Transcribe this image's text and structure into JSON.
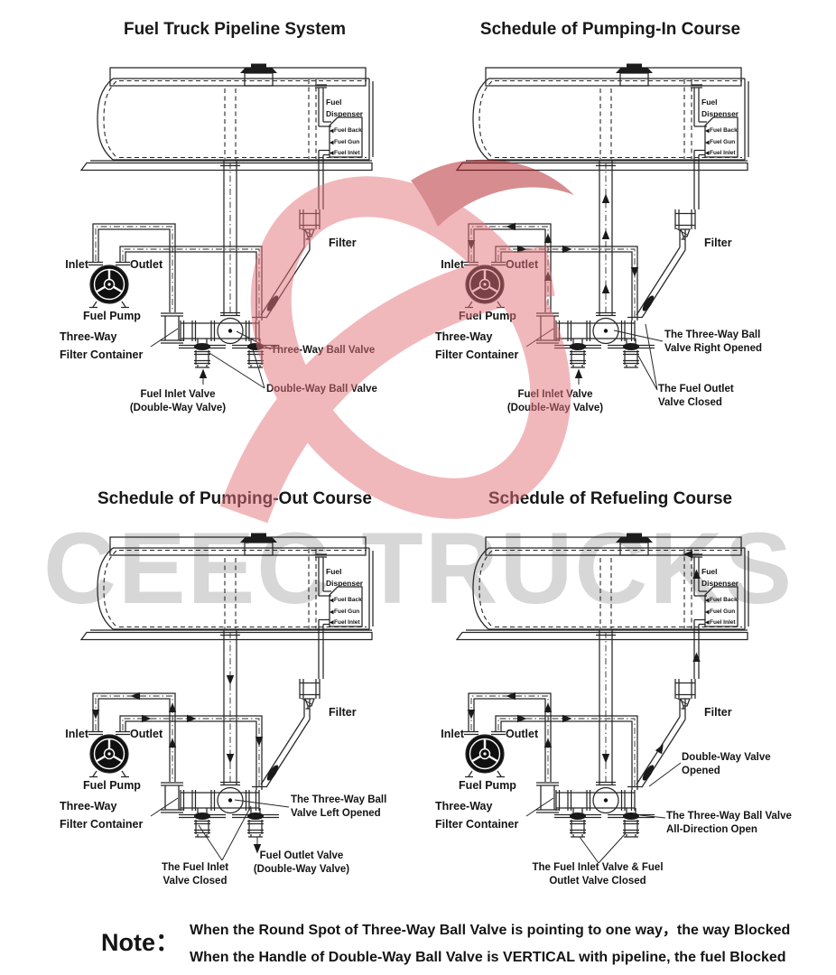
{
  "watermark": {
    "text": "CEEC TRUCKS",
    "text_color": "#d7d7d7",
    "logo_ring_color": "#e4747c",
    "logo_hook_color": "#b01b24"
  },
  "note": {
    "label": "Note：",
    "lines": [
      "When the Round Spot of Three-Way Ball Valve is pointing to one way，the way Blocked",
      "When the Handle of Double-Way Ball Valve is VERTICAL with pipeline, the fuel Blocked"
    ]
  },
  "shared": {
    "inlet": "Inlet",
    "outlet": "Outlet",
    "fuel_pump": "Fuel Pump",
    "filter": "Filter",
    "dispenser": {
      "line1": "Fuel",
      "line2": "Dispenser",
      "ports": [
        "Fuel Back",
        "Fuel Gun",
        "Fuel Inlet"
      ]
    },
    "filter_container": {
      "line1": "Three-Way",
      "line2": "Filter Container"
    }
  },
  "panels": [
    {
      "title": "Fuel Truck Pipeline System",
      "callouts": {
        "c1": [
          "Three-Way Ball Valve"
        ],
        "c2": [
          "Double-Way Ball Valve"
        ],
        "c3": [
          "Fuel Inlet Valve",
          "(Double-Way Valve)"
        ]
      }
    },
    {
      "title": "Schedule of Pumping-In Course",
      "callouts": {
        "c1": [
          "The Three-Way Ball",
          "Valve Right Opened"
        ],
        "c2": [
          "The Fuel Outlet",
          "Valve Closed"
        ],
        "c3": [
          "Fuel Inlet Valve",
          "(Double-Way Valve)"
        ]
      }
    },
    {
      "title": "Schedule of Pumping-Out Course",
      "callouts": {
        "c1": [
          "The Three-Way Ball",
          "Valve Left Opened"
        ],
        "c2": [
          "The Fuel Inlet",
          "Valve Closed"
        ],
        "c3": [
          "Fuel Outlet Valve",
          "(Double-Way Valve)"
        ]
      }
    },
    {
      "title": "Schedule of Refueling Course",
      "callouts": {
        "c1": [
          "Double-Way Valve",
          "Opened"
        ],
        "c2": [
          "The Three-Way Ball Valve",
          "All-Direction Open"
        ],
        "c3": [
          "The Fuel Inlet Valve & Fuel",
          "Outlet Valve Closed"
        ]
      }
    }
  ]
}
